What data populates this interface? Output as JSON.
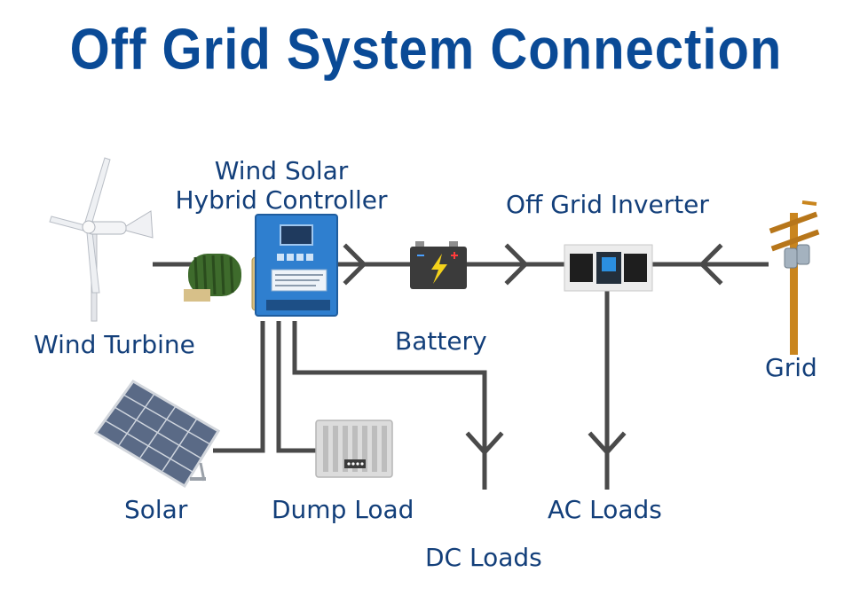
{
  "title": "Off Grid System Connection",
  "labels": {
    "controller_line1": "Wind Solar",
    "controller_line2": "Hybrid Controller",
    "inverter": "Off Grid Inverter",
    "wind_turbine": "Wind Turbine",
    "battery": "Battery",
    "grid": "Grid",
    "solar": "Solar",
    "dump_load": "Dump Load",
    "ac_loads": "AC Loads",
    "dc_loads": "DC Loads"
  },
  "colors": {
    "title": "#0a4a96",
    "label": "#133f7a",
    "wire": "#4a4a4a",
    "controller": "#2f7fcf",
    "battery": "#3b3b3b",
    "pole": "#c9851e",
    "panel": "#5a6a86"
  }
}
